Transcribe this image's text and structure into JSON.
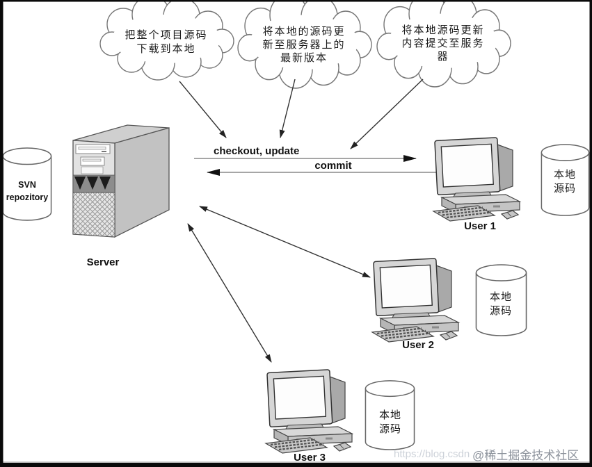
{
  "clouds": [
    {
      "lines": [
        "把整个项目源码",
        "下载到本地"
      ]
    },
    {
      "lines": [
        "将本地的源码更",
        "新至服务器上的",
        "最新版本"
      ]
    },
    {
      "lines": [
        "将本地源码更新",
        "内容提交至服务",
        "器"
      ]
    }
  ],
  "server": {
    "label": "Server",
    "repository_line1": "SVN",
    "repository_line2": "repozitory"
  },
  "flows": {
    "checkout_update": "checkout, update",
    "commit": "commit"
  },
  "users": [
    {
      "label": "User 1",
      "storage_line1": "本地",
      "storage_line2": "源码"
    },
    {
      "label": "User 2",
      "storage_line1": "本地",
      "storage_line2": "源码"
    },
    {
      "label": "User 3",
      "storage_line1": "本地",
      "storage_line2": "源码"
    }
  ],
  "watermark": {
    "url": "https://blog.csdn",
    "community": "@稀土掘金技术社区"
  },
  "colors": {
    "cloud_stroke": "#777777",
    "cylinder_stroke": "#666666",
    "arrow_line": "#555555",
    "arrowhead": "#111111",
    "border": "#0a0a0a",
    "watermark_url": "#cdd2d9",
    "watermark_community": "#8d939c"
  }
}
